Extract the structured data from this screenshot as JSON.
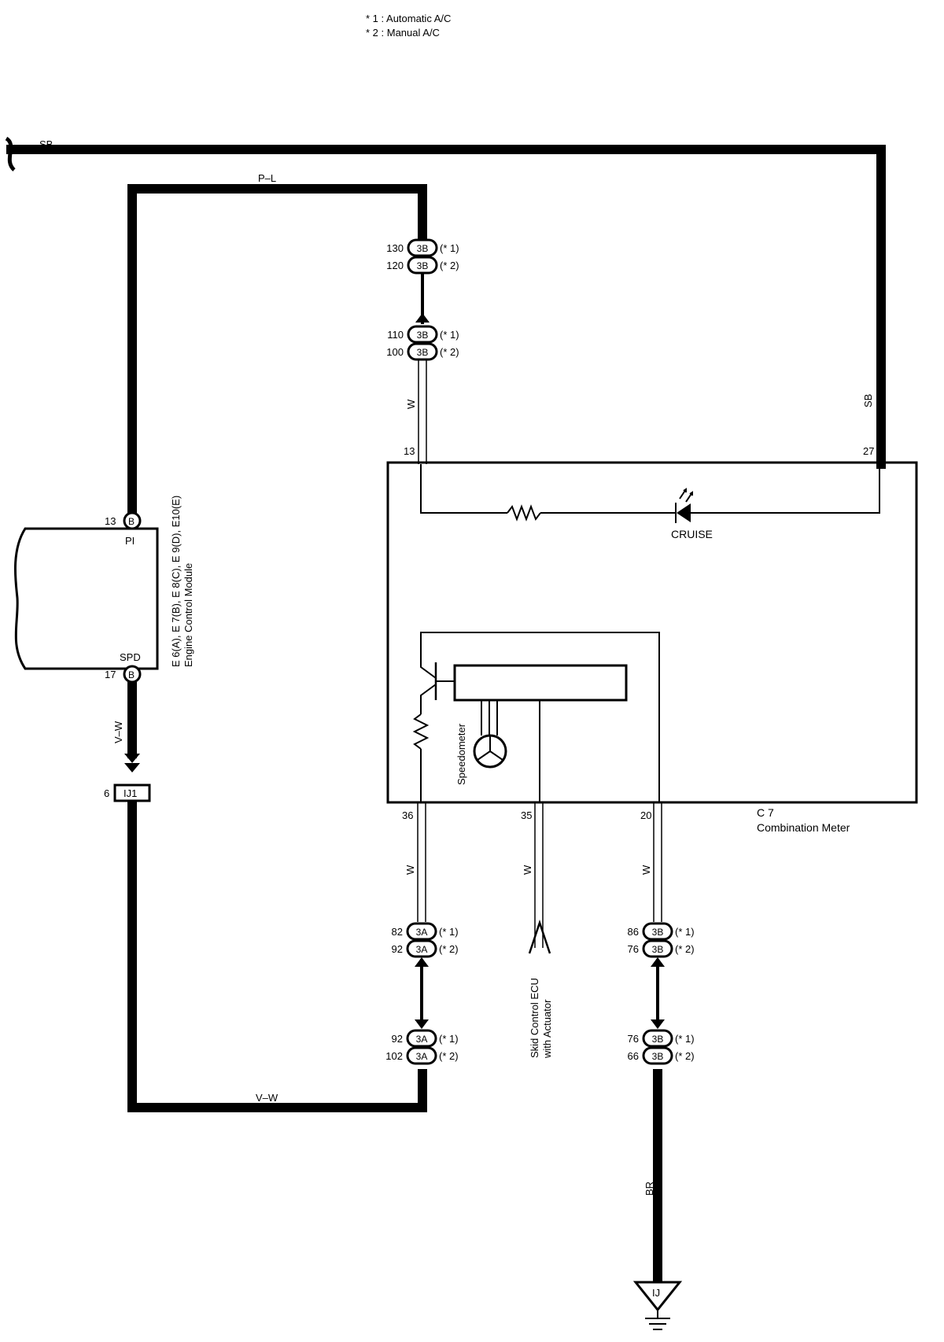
{
  "legend": {
    "line1": "* 1 : Automatic A/C",
    "line2": "* 2 : Manual A/C"
  },
  "wires": {
    "sb_top": "SB",
    "pl_top": "P–L",
    "w_upper": "W",
    "sb_right": "SB",
    "vw_left": "V–W",
    "w_36": "W",
    "w_35": "W",
    "w_20": "W",
    "vw_bottom": "V–W",
    "br_ground": "BR"
  },
  "ecm": {
    "pin_pi_num": "13",
    "pin_pi_conn": "B",
    "pin_pi_label": "PI",
    "pin_spd_num": "17",
    "pin_spd_conn": "B",
    "pin_spd_label": "SPD",
    "connectors": "E 6(A), E 7(B), E 8(C), E 9(D), E10(E)",
    "name": "Engine Control Module"
  },
  "junction_ij1": {
    "pin": "6",
    "label": "IJ1"
  },
  "meter": {
    "pin13": "13",
    "pin27": "27",
    "pin36": "36",
    "pin35": "35",
    "pin20": "20",
    "cruise": "CRUISE",
    "speedometer": "Speedometer",
    "code": "C 7",
    "name": "Combination Meter"
  },
  "connectors_upper": [
    {
      "pin": "130",
      "conn": "3B",
      "note": "(* 1)"
    },
    {
      "pin": "120",
      "conn": "3B",
      "note": "(* 2)"
    },
    {
      "pin": "110",
      "conn": "3B",
      "note": "(* 1)"
    },
    {
      "pin": "100",
      "conn": "3B",
      "note": "(* 2)"
    }
  ],
  "connectors_36": [
    {
      "pin": "82",
      "conn": "3A",
      "note": "(* 1)"
    },
    {
      "pin": "92",
      "conn": "3A",
      "note": "(* 2)"
    },
    {
      "pin": "92",
      "conn": "3A",
      "note": "(* 1)"
    },
    {
      "pin": "102",
      "conn": "3A",
      "note": "(* 2)"
    }
  ],
  "connectors_20": [
    {
      "pin": "86",
      "conn": "3B",
      "note": "(* 1)"
    },
    {
      "pin": "76",
      "conn": "3B",
      "note": "(* 2)"
    },
    {
      "pin": "76",
      "conn": "3B",
      "note": "(* 1)"
    },
    {
      "pin": "66",
      "conn": "3B",
      "note": "(* 2)"
    }
  ],
  "skid_ecu": {
    "line1": "Skid Control ECU",
    "line2": "with Actuator"
  },
  "ground": {
    "label": "IJ"
  }
}
